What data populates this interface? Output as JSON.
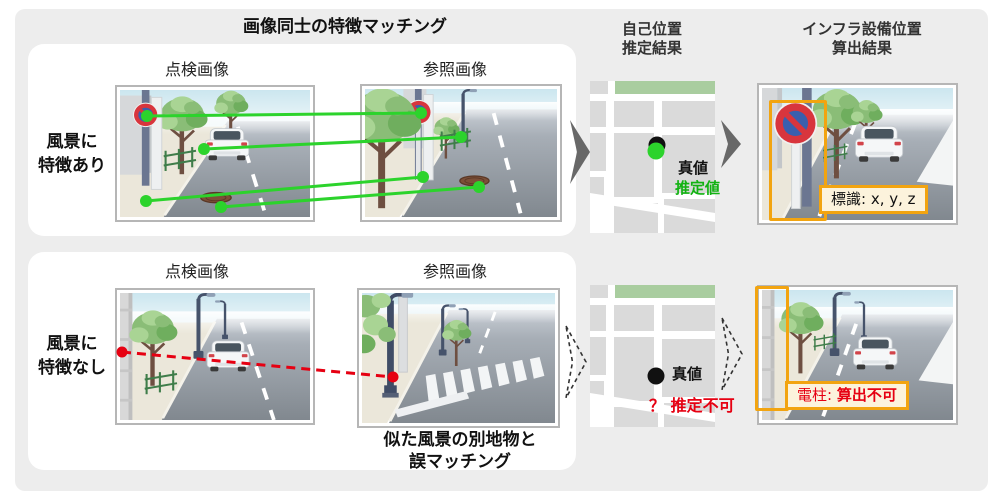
{
  "title": "画像同士の特徴マッチング",
  "headers": {
    "inspection": "点検画像",
    "reference": "参照画像",
    "self_position": [
      "自己位置",
      "推定結果"
    ],
    "infra_position": [
      "インフラ設備位置",
      "算出結果"
    ]
  },
  "row_labels": [
    [
      "風景に",
      "特徴あり"
    ],
    [
      "風景に",
      "特徴なし"
    ]
  ],
  "map_top": {
    "true_label": "真値",
    "estimated_label": "推定値"
  },
  "map_bottom": {
    "true_label": "真値",
    "question": "？",
    "failure_label": "推定不可"
  },
  "result_top": {
    "label": "標識: x, y, z"
  },
  "result_bottom": {
    "label_prefix": "電柱: ",
    "label_value": "算出不可"
  },
  "mismatch_caption": [
    "似た風景の別地物と",
    "誤マッチング"
  ],
  "colors": {
    "match_line_green": "#2cd32c",
    "estimated_text_green": "#12b212",
    "mismatch_red": "#e60012",
    "highlight_orange": "#f2a410",
    "panel_gray": "#ededed",
    "map_block_gray": "#dadada",
    "map_green_strip": "#a9cd9f"
  }
}
